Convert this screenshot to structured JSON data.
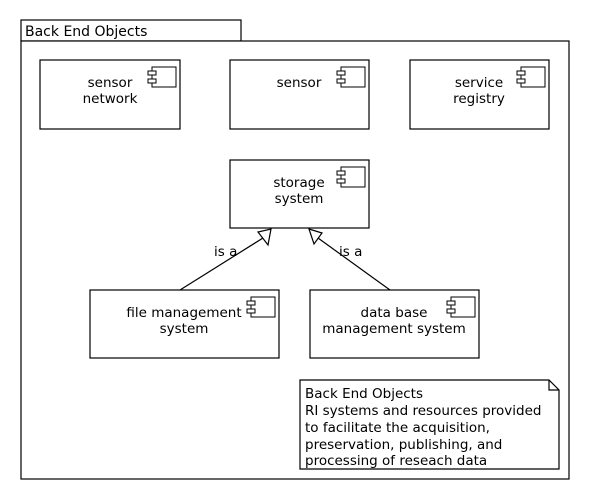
{
  "package": {
    "title": "Back End Objects"
  },
  "components": {
    "sensor_network": {
      "lines": [
        "sensor",
        "network"
      ]
    },
    "sensor": {
      "lines": [
        "sensor"
      ]
    },
    "service_registry": {
      "lines": [
        "service",
        "registry"
      ]
    },
    "storage_system": {
      "lines": [
        "storage",
        "system"
      ]
    },
    "file_management_system": {
      "lines": [
        "file management",
        "system"
      ]
    },
    "data_base_management_system": {
      "lines": [
        "data base",
        "management system"
      ]
    }
  },
  "relations": {
    "file_is_a": {
      "label": "is a",
      "from": "file_management_system",
      "to": "storage_system"
    },
    "database_is_a": {
      "label": "is a",
      "from": "data_base_management_system",
      "to": "storage_system"
    }
  },
  "note": {
    "lines": [
      "Back End Objects",
      "RI systems and resources provided",
      "to facilitate the acquisition,",
      "preservation, publishing, and",
      "processing of reseach data"
    ]
  }
}
